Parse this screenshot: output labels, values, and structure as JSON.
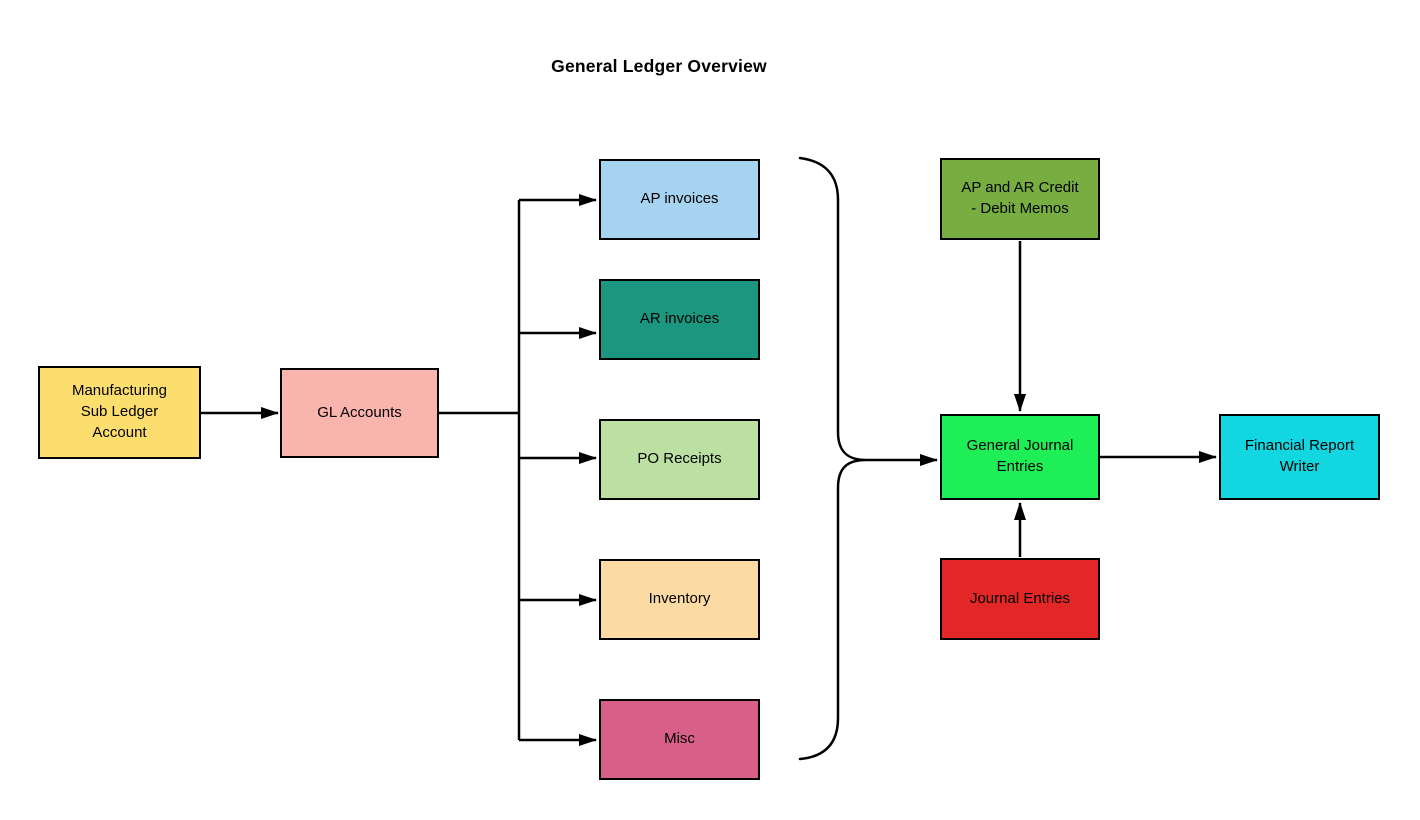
{
  "title": "General Ledger Overview",
  "colors": {
    "background": "#FFFFFF",
    "line": "#000000",
    "node_border": "#000000",
    "text": "#000000"
  },
  "nodes": {
    "mfg": {
      "label": "Manufacturing\nSub Ledger\nAccount",
      "fill": "#FCDE6E"
    },
    "gl": {
      "label": "GL Accounts",
      "fill": "#F9B4AE"
    },
    "ap": {
      "label": "AP invoices",
      "fill": "#A6D3F0"
    },
    "ar": {
      "label": "AR invoices",
      "fill": "#1B9780"
    },
    "po": {
      "label": "PO Receipts",
      "fill": "#BCDFA2"
    },
    "inv": {
      "label": "Inventory",
      "fill": "#FBDAA4"
    },
    "misc": {
      "label": "Misc",
      "fill": "#D75F88"
    },
    "memos": {
      "label": "AP and AR Credit\n- Debit Memos",
      "fill": "#77AD41"
    },
    "gje": {
      "label": "General Journal\nEntries",
      "fill": "#1FEF57"
    },
    "je": {
      "label": "Journal Entries",
      "fill": "#E32726"
    },
    "frw": {
      "label": "Financial Report\nWriter",
      "fill": "#12D6E0"
    }
  },
  "edges": [
    {
      "from": "Manufacturing Sub Ledger Account",
      "to": "GL Accounts"
    },
    {
      "from": "GL Accounts",
      "to": "AP invoices"
    },
    {
      "from": "GL Accounts",
      "to": "AR invoices"
    },
    {
      "from": "GL Accounts",
      "to": "PO Receipts"
    },
    {
      "from": "GL Accounts",
      "to": "Inventory"
    },
    {
      "from": "GL Accounts",
      "to": "Misc"
    },
    {
      "from": "AP invoices, AR invoices, PO Receipts, Inventory, Misc (brace)",
      "to": "General Journal Entries"
    },
    {
      "from": "AP and AR Credit - Debit Memos",
      "to": "General Journal Entries"
    },
    {
      "from": "Journal Entries",
      "to": "General Journal Entries"
    },
    {
      "from": "General Journal Entries",
      "to": "Financial Report Writer"
    }
  ]
}
